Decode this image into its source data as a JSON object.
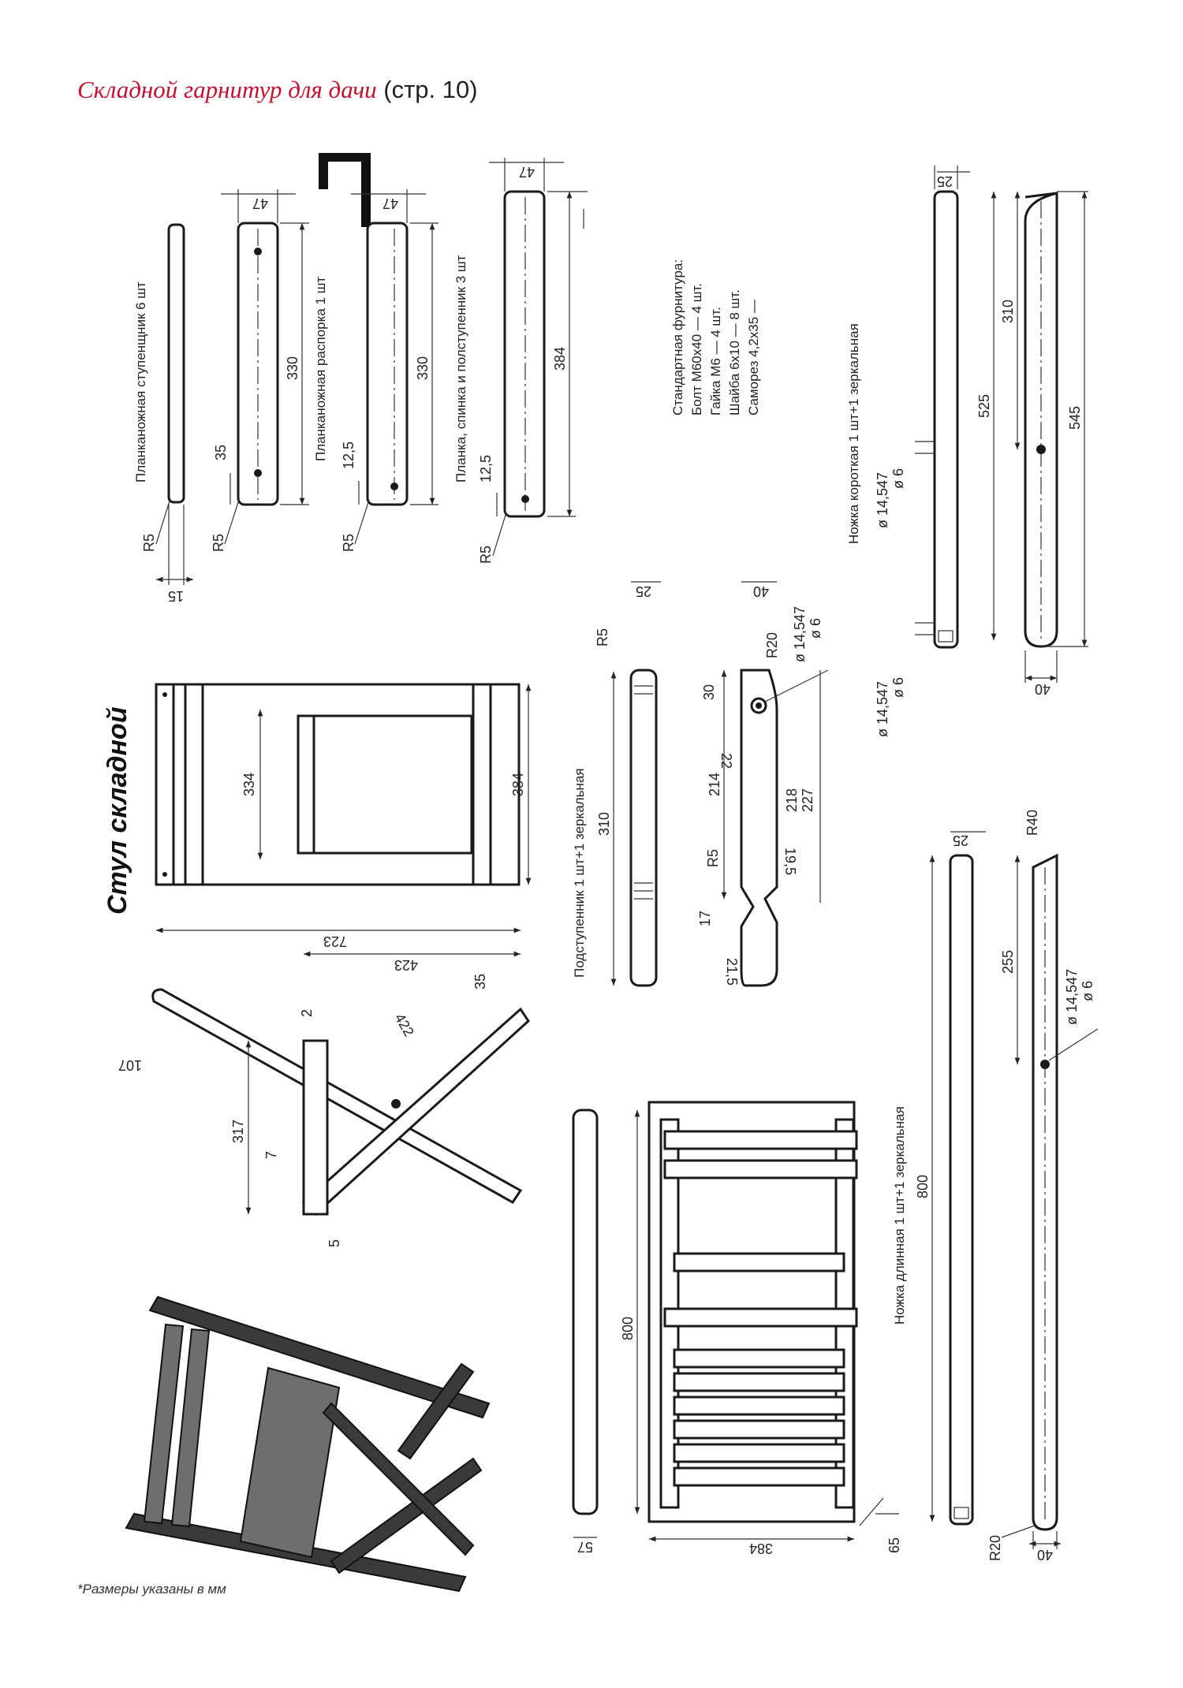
{
  "header": {
    "title": "Складной гарнитур для дачи",
    "page_ref": "(стр. 10)"
  },
  "footnote": "*Размеры указаны в мм",
  "section_title": "Стул складной",
  "parts": {
    "stupenshnik": {
      "label": "Планканожная ступенщник 6 шт",
      "dims": [
        "R5",
        "15"
      ]
    },
    "rasporka": {
      "label": "Планканожная распорка 1 шт",
      "dims": [
        "47",
        "330",
        "35",
        "R5"
      ]
    },
    "planka_330": {
      "dims": [
        "47",
        "330",
        "12,5",
        "R5"
      ]
    },
    "planka_spinka": {
      "label": "Планка, спинка  и полступенник 3 шт",
      "dims": [
        "47",
        "384",
        "12,5",
        "R5"
      ]
    },
    "podstupennik": {
      "label": "Подступенник 1 шт+1 зеркальная",
      "dims": [
        "R5",
        "25",
        "310"
      ]
    },
    "podstupennik_side": {
      "dims": [
        "40",
        "ø 14,547",
        "ø 6",
        "R20",
        "30",
        "22",
        "214",
        "218",
        "227",
        "R5",
        "19,5",
        "17",
        "21,5"
      ]
    },
    "nozhka_korotkaya": {
      "label": "Ножка короткая 1 шт+1 зеркальная",
      "dims": [
        "25",
        "525",
        "310",
        "545",
        "ø 14,547",
        "ø 6",
        "40"
      ]
    },
    "nozhka_dlinnaya": {
      "label": "Ножка длинная 1 шт+1 зеркальная",
      "dims": [
        "25",
        "R40",
        "255",
        "ø 14,547",
        "ø 6",
        "800",
        "R20",
        "40"
      ]
    },
    "frame_view": {
      "dims": [
        "334",
        "384"
      ]
    },
    "side_view": {
      "dims": [
        "723",
        "423",
        "35",
        "422",
        "107",
        "2",
        "317",
        "7",
        "5"
      ]
    },
    "back_view": {
      "dims": [
        "800",
        "57",
        "384",
        "65"
      ]
    }
  },
  "hardware": {
    "title": "Стандартная фурнитура:",
    "items": [
      "Болт М60х40 — 4 шт.",
      "Гайка М6 — 4 шт.",
      "Шайба 6х10 — 8 шт.",
      "Саморез 4,2х35 —"
    ]
  }
}
